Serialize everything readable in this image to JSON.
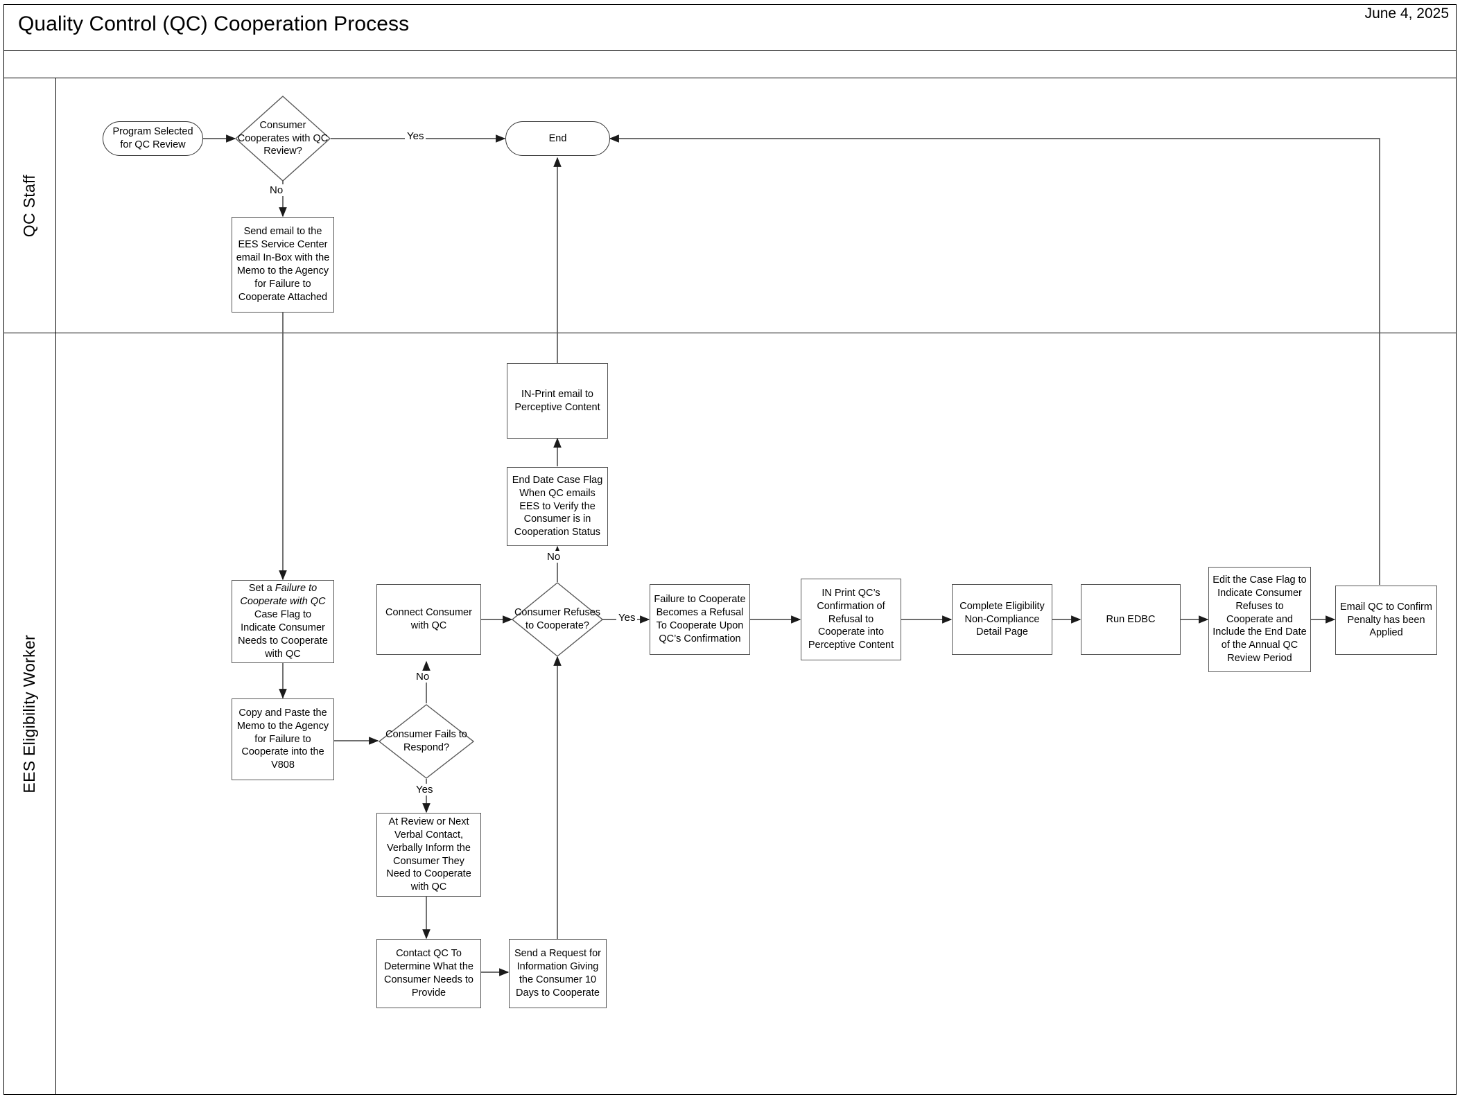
{
  "header": {
    "title": "Quality Control (QC) Cooperation Process",
    "date": "June 4, 2025"
  },
  "lanes": [
    {
      "id": "qc-staff",
      "label": "QC Staff"
    },
    {
      "id": "ees-eligibility-worker",
      "label": "EES Eligibility Worker"
    }
  ],
  "nodes": {
    "program_selected": "Program Selected for QC  Review",
    "consumer_cooperates": "Consumer Cooperates with QC Review?",
    "end": "End",
    "send_email": "Send email to the EES Service Center email In-Box with the Memo to the Agency for Failure to Cooperate Attached",
    "in_print_email": "IN-Print email to Perceptive Content",
    "end_date_case_flag": "End Date Case Flag When QC emails EES to Verify the Consumer is in Cooperation Status",
    "set_case_flag_pre": "Set a ",
    "set_case_flag_em": "Failure to Cooperate with QC",
    "set_case_flag_post": " Case Flag to Indicate Consumer Needs to Cooperate with QC",
    "connect_consumer": "Connect Consumer with QC",
    "consumer_refuses": "Consumer Refuses to Cooperate?",
    "failure_becomes_refusal": "Failure to Cooperate Becomes a Refusal To Cooperate Upon QC’s Confirmation",
    "in_print_qc_confirmation": "IN Print QC’s Confirmation of Refusal to Cooperate into Perceptive Content",
    "complete_eligibility": "Complete Eligibility Non-Compliance Detail Page",
    "run_edbc": "Run EDBC",
    "edit_case_flag": "Edit the Case Flag to Indicate Consumer Refuses to Cooperate and Include the End Date of the Annual QC Review Period",
    "email_qc_penalty": "Email QC to Confirm Penalty has been Applied",
    "copy_paste_memo": "Copy and Paste the Memo to the Agency for Failure to Cooperate into the V808",
    "consumer_fails_respond": "Consumer Fails to Respond?",
    "at_review_verbal": "At Review or Next Verbal Contact, Verbally Inform the Consumer They Need to Cooperate with QC",
    "contact_qc": "Contact QC To Determine What the Consumer Needs to Provide",
    "send_request_info": "Send a Request for Information Giving the Consumer 10 Days to Cooperate"
  },
  "edge_labels": {
    "cooperates_yes": "Yes",
    "cooperates_no": "No",
    "refuses_no": "No",
    "refuses_yes": "Yes",
    "fails_no": "No",
    "fails_yes": "Yes"
  },
  "colors": {
    "stroke": "#595959",
    "frame": "#000000",
    "background": "#ffffff"
  }
}
